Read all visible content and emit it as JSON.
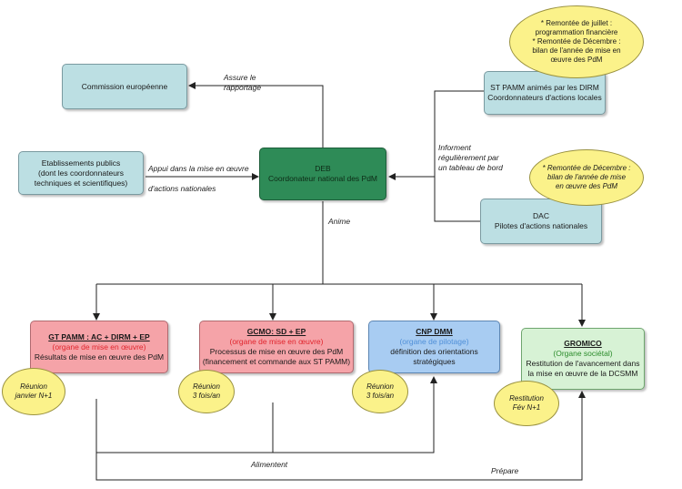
{
  "nodes": {
    "commission": "Commission européenne",
    "etab": [
      "Etablissements publics",
      "(dont les coordonnateurs",
      "techniques et scientifiques)"
    ],
    "deb": [
      "DEB",
      "Coordonateur national des PdM"
    ],
    "stpamm": [
      "ST PAMM animés par les DIRM",
      "Coordonnateurs d'actions locales"
    ],
    "dac": [
      "DAC",
      "Pilotes d'actions nationales"
    ],
    "gtpamm": {
      "title": "GT PAMM : AC + DIRM + EP",
      "role": "(organe de mise en œuvre)",
      "desc": "Résultats de mise en œuvre des PdM"
    },
    "gcmo": {
      "title": "GCMO: SD + EP",
      "role": "(organe de mise en œuvre)",
      "desc": [
        "Processus de mise en œuvre des PdM",
        "(financement et commande aux ST PAMM)"
      ]
    },
    "cnp": {
      "title": "CNP DMM",
      "role": "(organe de pilotage)",
      "desc": "définition des orientations stratégiques"
    },
    "gromico": {
      "title": "GROMICO",
      "role": "(Organe sociétal)",
      "desc": [
        "Restitution de l'avancement dans",
        "la mise en œuvre de la DCSMM"
      ]
    }
  },
  "callouts": {
    "top": [
      "* Remontée de juillet :",
      "programmation financière",
      "* Remontée de Décembre :",
      "bilan de l'année de mise en",
      "œuvre des PdM"
    ],
    "mid": [
      "* Remontée de Décembre :",
      "bilan de l'année de mise",
      "en œuvre des PdM"
    ],
    "gt": [
      "Réunion",
      "janvier N+1"
    ],
    "gcmo": [
      "Réunion",
      "3 fois/an"
    ],
    "cnp": [
      "Réunion",
      "3 fois/an"
    ],
    "gromico": [
      "Restitution",
      "Fév N+1"
    ]
  },
  "labels": {
    "assure": [
      "Assure le",
      "rapportage"
    ],
    "appui": "Appui dans la mise en œuvre",
    "actions": "d'actions nationales",
    "informent": [
      "Informent",
      "régulièrement par",
      "un tableau de bord"
    ],
    "anime": "Anime",
    "alimentent": "Alimentent",
    "prepare": "Prépare"
  },
  "colors": {
    "teal": "#bcdfe3",
    "deb": "#2e8b57",
    "pink": "#f5a3a8",
    "blue": "#a8ccf2",
    "mint": "#d7f2d5",
    "callout": "#fbf28a"
  }
}
